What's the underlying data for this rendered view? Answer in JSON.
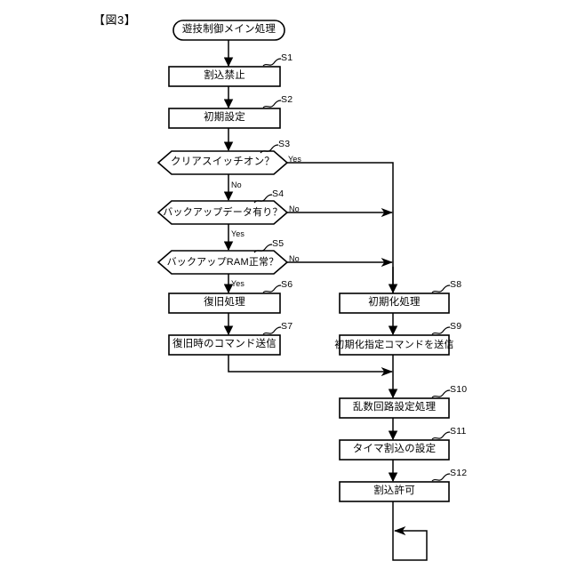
{
  "figure": {
    "caption": "【図3】",
    "type": "flowchart"
  },
  "nodes": {
    "start": {
      "label": "遊技制御メイン処理",
      "shape": "stadium"
    },
    "s1": {
      "tag": "S1",
      "label": "割込禁止",
      "shape": "process"
    },
    "s2": {
      "tag": "S2",
      "label": "初期設定",
      "shape": "process"
    },
    "s3": {
      "tag": "S3",
      "label": "クリアスイッチオン？",
      "shape": "decision"
    },
    "s4": {
      "tag": "S4",
      "label": "バックアップデータ有り？",
      "shape": "decision"
    },
    "s5": {
      "tag": "S5",
      "label": "バックアップRAM正常？",
      "shape": "decision"
    },
    "s6": {
      "tag": "S6",
      "label": "復旧処理",
      "shape": "process"
    },
    "s7": {
      "tag": "S7",
      "label": "復旧時のコマンド送信",
      "shape": "process"
    },
    "s8": {
      "tag": "S8",
      "label": "初期化処理",
      "shape": "process"
    },
    "s9": {
      "tag": "S9",
      "label": "初期化指定コマンドを送信",
      "shape": "process"
    },
    "s10": {
      "tag": "S10",
      "label": "乱数回路設定処理",
      "shape": "process"
    },
    "s11": {
      "tag": "S11",
      "label": "タイマ割込の設定",
      "shape": "process"
    },
    "s12": {
      "tag": "S12",
      "label": "割込許可",
      "shape": "process"
    }
  },
  "edge_labels": {
    "s3_yes": "Yes",
    "s3_no": "No",
    "s4_no": "No",
    "s4_yes": "Yes",
    "s5_no": "No",
    "s5_yes": "Yes"
  },
  "colors": {
    "stroke": "#000000",
    "fill": "#ffffff",
    "background": "#ffffff"
  }
}
